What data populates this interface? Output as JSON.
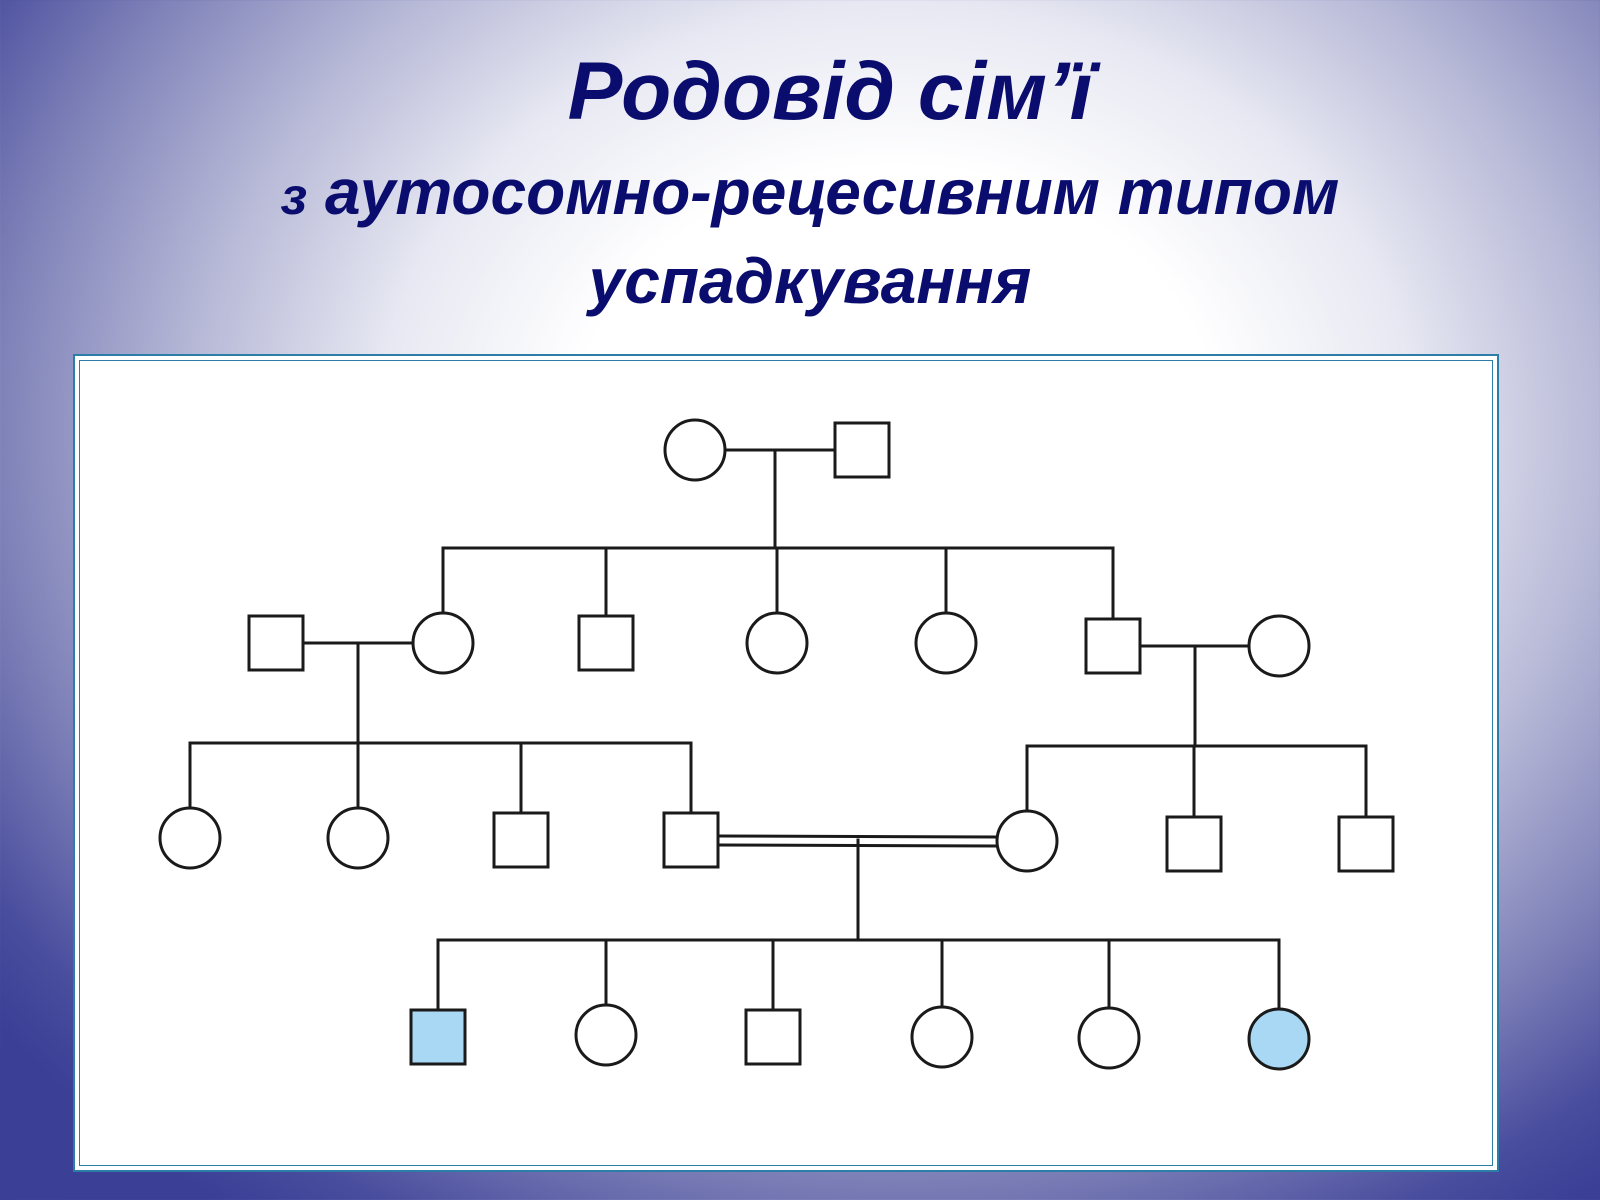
{
  "title": "Родовід сім’ї",
  "subtitle": {
    "prefix": "з",
    "line1": "аутосомно-рецесивним типом",
    "line2": "успадкування"
  },
  "colors": {
    "title": "#0a0d6e",
    "affected_fill": "#a8d8f4",
    "line": "#1a1a1a",
    "panel_border": "#2c7ea8"
  },
  "pedigree": {
    "generations": [
      {
        "id": "I",
        "individuals": [
          {
            "id": "I-1",
            "sex": "female",
            "affected": false
          },
          {
            "id": "I-2",
            "sex": "male",
            "affected": false
          }
        ]
      },
      {
        "id": "II",
        "individuals": [
          {
            "id": "II-spouse1",
            "sex": "male",
            "affected": false
          },
          {
            "id": "II-1",
            "sex": "female",
            "affected": false
          },
          {
            "id": "II-2",
            "sex": "male",
            "affected": false
          },
          {
            "id": "II-3",
            "sex": "female",
            "affected": false
          },
          {
            "id": "II-4",
            "sex": "female",
            "affected": false
          },
          {
            "id": "II-5",
            "sex": "male",
            "affected": false
          },
          {
            "id": "II-spouse2",
            "sex": "female",
            "affected": false
          }
        ]
      },
      {
        "id": "III",
        "individuals": [
          {
            "id": "III-1",
            "sex": "female",
            "affected": false
          },
          {
            "id": "III-2",
            "sex": "female",
            "affected": false
          },
          {
            "id": "III-3",
            "sex": "male",
            "affected": false
          },
          {
            "id": "III-4",
            "sex": "male",
            "affected": false
          },
          {
            "id": "III-5",
            "sex": "female",
            "affected": false
          },
          {
            "id": "III-6",
            "sex": "male",
            "affected": false
          },
          {
            "id": "III-7",
            "sex": "male",
            "affected": false
          }
        ]
      },
      {
        "id": "IV",
        "individuals": [
          {
            "id": "IV-1",
            "sex": "male",
            "affected": true
          },
          {
            "id": "IV-2",
            "sex": "female",
            "affected": false
          },
          {
            "id": "IV-3",
            "sex": "male",
            "affected": false
          },
          {
            "id": "IV-4",
            "sex": "female",
            "affected": false
          },
          {
            "id": "IV-5",
            "sex": "female",
            "affected": false
          },
          {
            "id": "IV-6",
            "sex": "female",
            "affected": true
          }
        ]
      }
    ],
    "unions": [
      {
        "partners": [
          "I-1",
          "I-2"
        ],
        "consanguineous": false,
        "children": [
          "II-1",
          "II-2",
          "II-3",
          "II-4",
          "II-5"
        ]
      },
      {
        "partners": [
          "II-spouse1",
          "II-1"
        ],
        "consanguineous": false,
        "children": [
          "III-1",
          "III-2",
          "III-3",
          "III-4"
        ]
      },
      {
        "partners": [
          "II-5",
          "II-spouse2"
        ],
        "consanguineous": false,
        "children": [
          "III-5",
          "III-6",
          "III-7"
        ]
      },
      {
        "partners": [
          "III-4",
          "III-5"
        ],
        "consanguineous": true,
        "children": [
          "IV-1",
          "IV-2",
          "IV-3",
          "IV-4",
          "IV-5",
          "IV-6"
        ]
      }
    ]
  }
}
